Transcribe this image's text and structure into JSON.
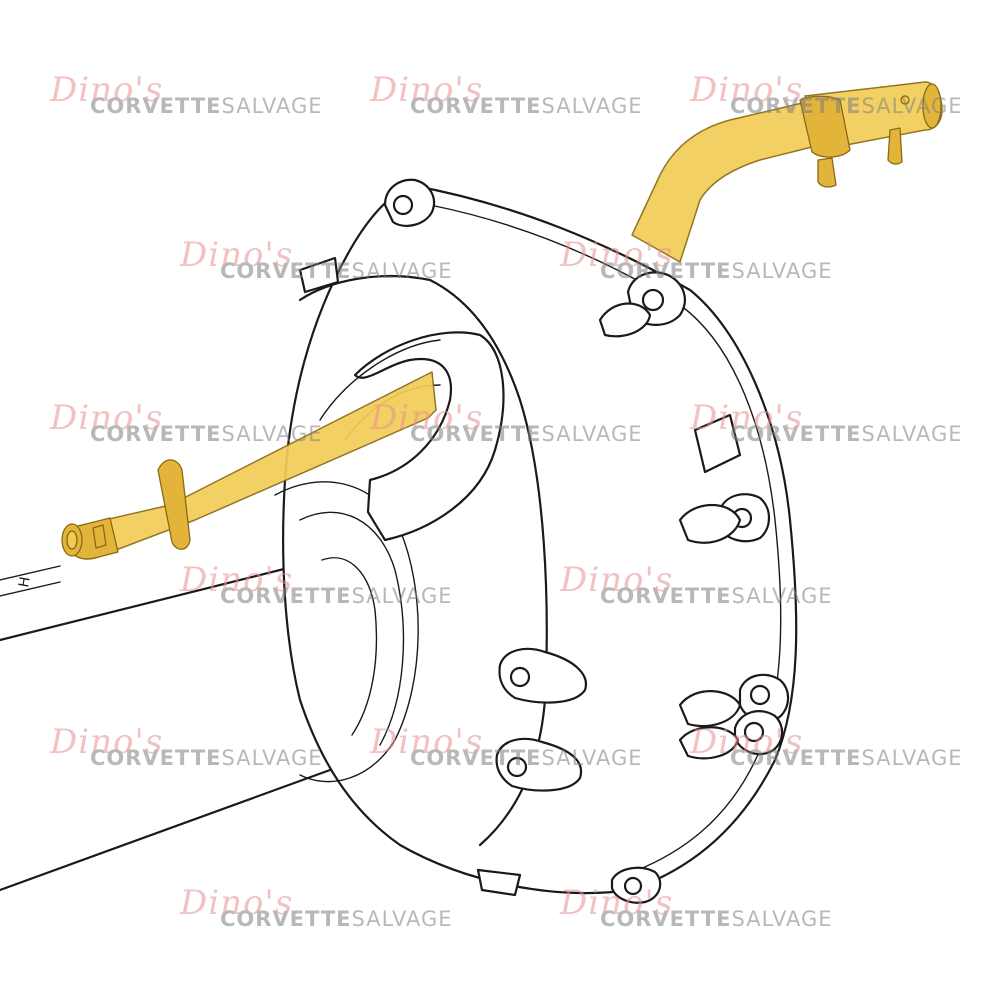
{
  "watermark": {
    "script": "Dino's",
    "brand_bold": "CORVETTE",
    "brand_light": "SALVAGE"
  },
  "colors": {
    "highlight": "#f2cd57",
    "highlight_dark": "#e2b43a",
    "watermark_script": "#e88f8f",
    "watermark_text": "#7f7f7f"
  },
  "part_mark": "H"
}
